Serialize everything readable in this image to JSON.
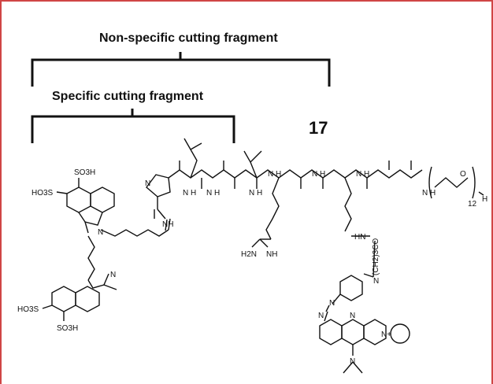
{
  "figure": {
    "nonspecific_label": "Non-specific cutting fragment",
    "specific_label": "Specific cutting fragment",
    "compound_number": "17",
    "frame_color": "#d04545"
  },
  "atoms": {
    "so3h_top": "SO3H",
    "ho3s_top": "HO3S",
    "n_cy": "N",
    "n_cy2": "N",
    "ho3s_bottom": "HO3S",
    "so3h_bottom": "SO3H",
    "nh_linker": "NH",
    "n_pro": "N",
    "nh_leu": "N\nH",
    "nh_gly": "N\nH",
    "nh_val": "N\nH",
    "nh_arg": "N\nH",
    "nh_gly2": "N\nH",
    "nh_gly3": "N\nH",
    "nh_peg": "N\nH",
    "o_peg": "O",
    "peg_n": "12",
    "h_end": "H",
    "h2n_arg": "H2N",
    "nh_arg2": "NH",
    "nh_lys": "HN",
    "ch2co": "(CH2)3CO",
    "n_dye": "N",
    "n_azo1": "N",
    "n_azo2": "N",
    "n_phen1": "N",
    "n_phen2": "N+",
    "n_dma": "N"
  }
}
